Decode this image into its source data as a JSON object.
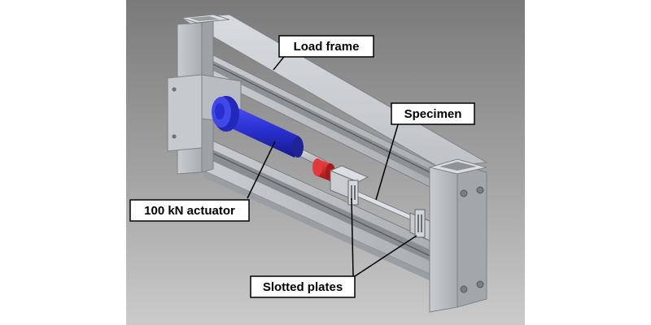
{
  "labels": {
    "load_frame": "Load frame",
    "specimen": "Specimen",
    "actuator": "100 kN actuator",
    "slotted_plates": "Slotted plates"
  },
  "colors": {
    "background_top": "#7d7d7d",
    "background_bottom": "#c8c8c8",
    "frame_steel": "#b5b8bc",
    "actuator_blue": "#2a2fd0",
    "coupler_red": "#d42222",
    "label_box_fill": "#ffffff",
    "leader_line": "#000000"
  }
}
